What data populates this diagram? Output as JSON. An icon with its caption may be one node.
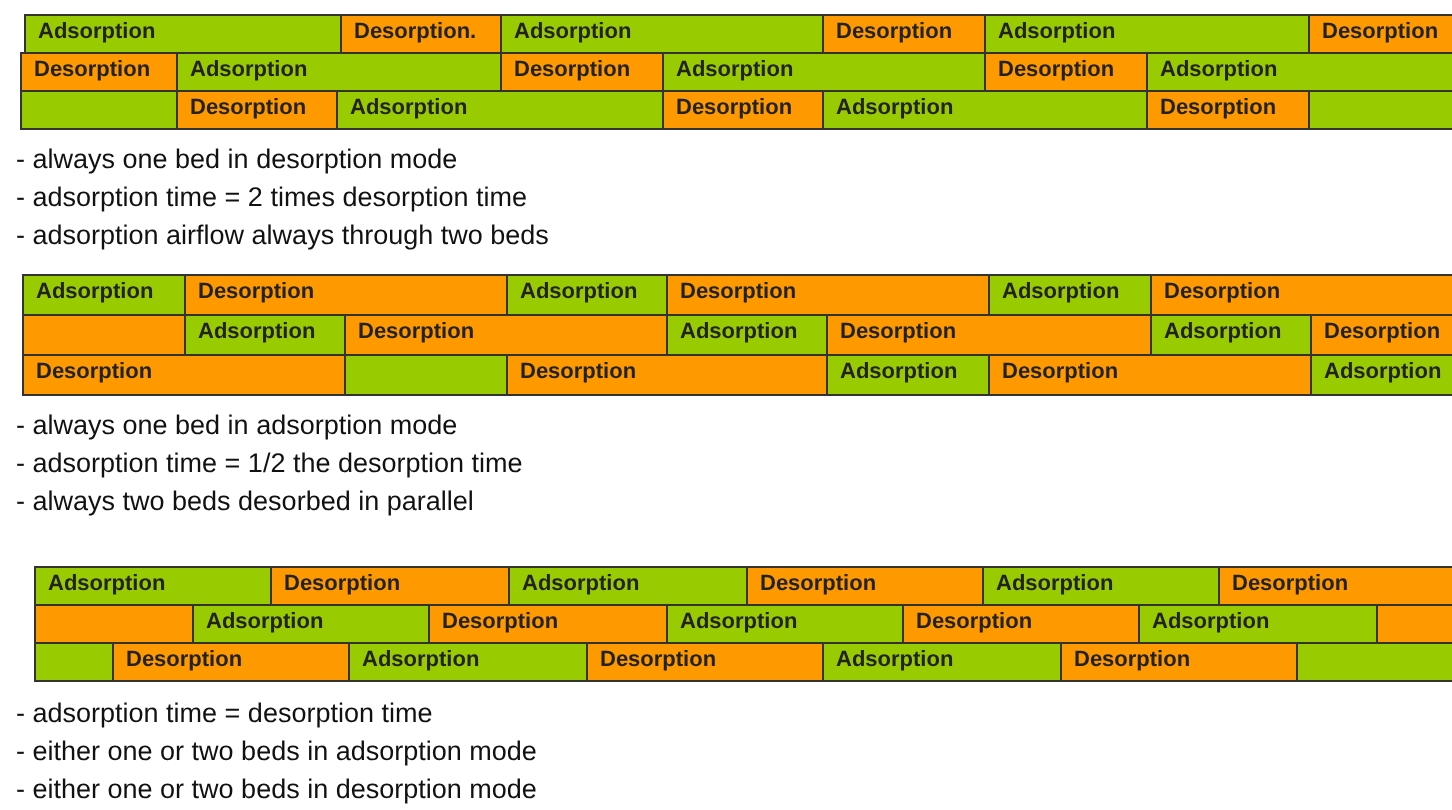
{
  "diagram": {
    "labels": [
      "Adsorption",
      "Desorption.",
      "Adsorption",
      "Desorption",
      "Adsorption",
      "Desorption",
      "Desorption",
      "Adsorption",
      "Desorption",
      "Adsorption",
      "Desorption",
      "Adsorption",
      "Desorption",
      "Adsorption",
      "Desorption",
      "Adsorption",
      "Desorption",
      "- always one bed in desorption mode",
      "- adsorption time = 2 times desorption time",
      "- adsorption airflow always through two beds",
      "Adsorption",
      "Desorption",
      "Adsorption",
      "Desorption",
      "Adsorption",
      "Desorption",
      "Adsorption",
      "Desorption",
      "Adsorption",
      "Desorption",
      "Adsorption",
      "Desorption",
      "Desorption",
      "Desorption",
      "Adsorption",
      "Desorption",
      "Adsorption",
      "- always one bed in adsorption mode",
      "- adsorption time = 1/2 the desorption time",
      "- always two beds desorbed in parallel",
      "Adsorption",
      "Desorption",
      "Adsorption",
      "Desorption",
      "Adsorption",
      "Desorption",
      "Adsorption",
      "Desorption",
      "Adsorption",
      "Desorption",
      "Adsorption",
      "Desorption",
      "Adsorption",
      "Desorption",
      "Adsorption",
      "Desorption",
      "- adsorption time = desorption time",
      "- either one or two beds in adsorption mode",
      "- either one or two beds in desorption mode"
    ]
  }
}
